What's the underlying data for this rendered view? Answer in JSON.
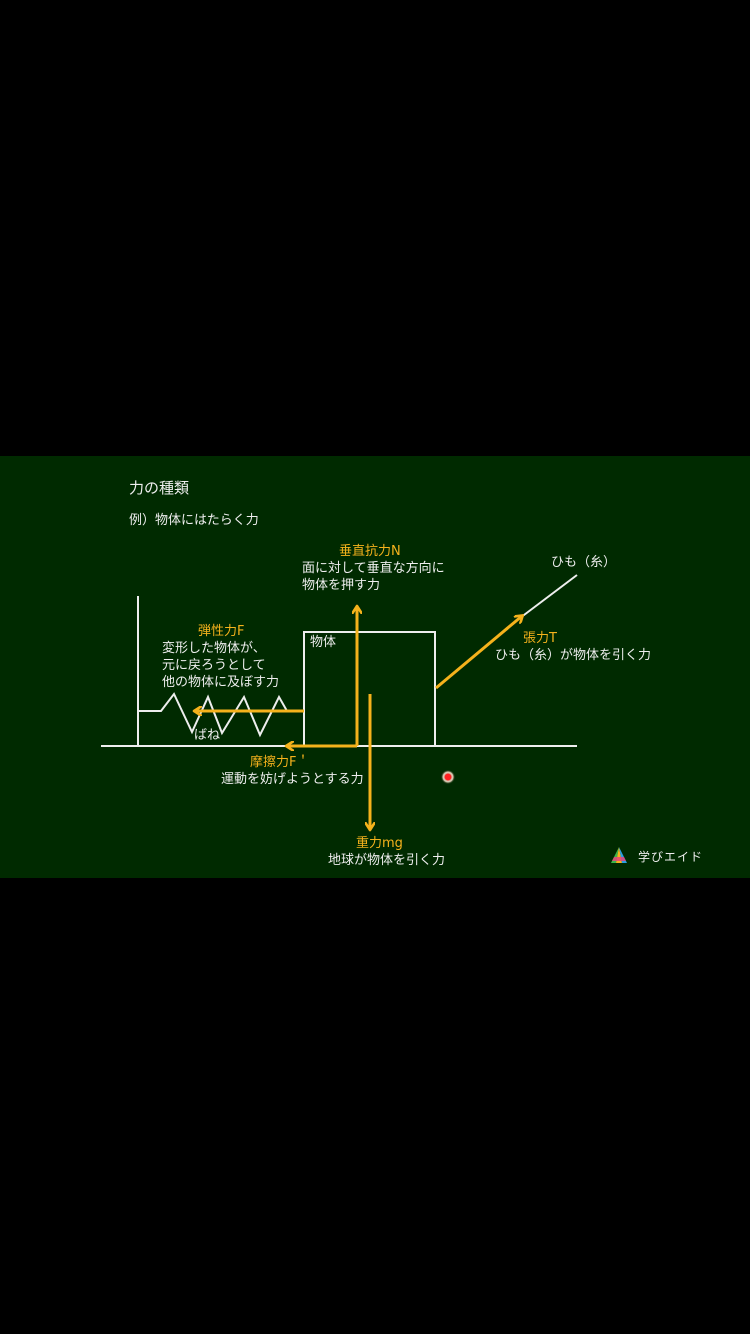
{
  "board": {
    "title": "力の種類",
    "subtitle": "例）物体にはたらく力",
    "background_color": "#002a00",
    "line_color": "#eeeeee",
    "arrow_color": "#f5b21c"
  },
  "object": {
    "label": "物体"
  },
  "spring": {
    "label": "ばね"
  },
  "string": {
    "label": "ひも（糸）"
  },
  "forces": {
    "normal": {
      "name": "垂直抗力N",
      "desc_line1": "面に対して垂直な方向に",
      "desc_line2": "物体を押す力"
    },
    "elastic": {
      "name": "弾性力F",
      "desc_line1": "変形した物体が、",
      "desc_line2": "元に戻ろうとして",
      "desc_line3": "他の物体に及ぼす力"
    },
    "tension": {
      "name": "張力T",
      "desc_line1": "ひも（糸）が物体を引く力"
    },
    "friction": {
      "name": "摩擦力F＇",
      "desc_line1": "運動を妨げようとする力"
    },
    "gravity": {
      "name": "重力mg",
      "desc_line1": "地球が物体を引く力"
    }
  },
  "logo": {
    "text": "学びエイド"
  }
}
